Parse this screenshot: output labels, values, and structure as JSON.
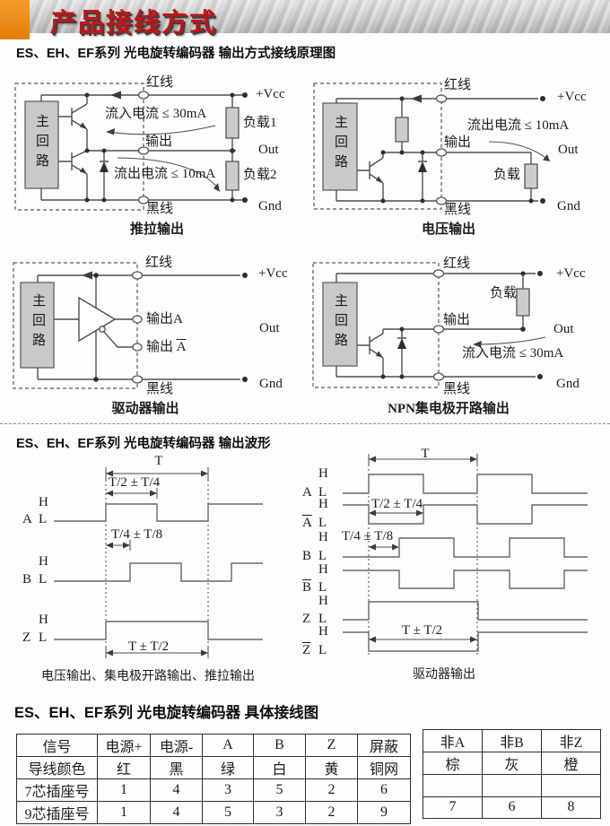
{
  "banner": {
    "title": "产品接线方式"
  },
  "sections": {
    "principle": "ES、EH、EF系列 光电旋转编码器 输出方式接线原理图",
    "waveform": "ES、EH、EF系列 光电旋转编码器 输出波形",
    "wiring": "ES、EH、EF系列 光电旋转编码器 具体接线图"
  },
  "diagrams": {
    "push_pull": {
      "main": "主回路",
      "red_wire": "红线",
      "vcc": "+Vcc",
      "current_in": "流入电流 ≤ 30mA",
      "load1": "负载1",
      "output": "输出",
      "out": "Out",
      "current_out": "流出电流 ≤ 10mA",
      "load2": "负载2",
      "black_wire": "黑线",
      "gnd": "Gnd",
      "caption": "推拉输出"
    },
    "voltage": {
      "main": "主回路",
      "red_wire": "红线",
      "vcc": "+Vcc",
      "current_out": "流出电流 ≤ 10mA",
      "output": "输出",
      "out": "Out",
      "load": "负载",
      "black_wire": "黑线",
      "gnd": "Gnd",
      "caption": "电压输出"
    },
    "driver": {
      "main": "主回路",
      "red_wire": "红线",
      "vcc": "+Vcc",
      "output_a": "输出A",
      "output_b_prefix": "输出 ",
      "bar_letter": "A",
      "out": "Out",
      "black_wire": "黑线",
      "gnd": "Gnd",
      "caption": "驱动器输出"
    },
    "npn": {
      "main": "主回路",
      "red_wire": "红线",
      "vcc": "+Vcc",
      "load": "负载",
      "output": "输出",
      "out": "Out",
      "current_in": "流入电流 ≤ 30mA",
      "black_wire": "黑线",
      "gnd": "Gnd",
      "caption": "NPN集电极开路输出"
    }
  },
  "waveforms": {
    "single": {
      "t": "T",
      "t_half": "T/2 ± T/4",
      "t_quarter": "T/4 ± T/8",
      "t_index": "T ± T/2",
      "h": "H",
      "l": "L",
      "ch_a": "A",
      "ch_b": "B",
      "ch_z": "Z",
      "caption": "电压输出、集电极开路输出、推拉输出"
    },
    "diff": {
      "t": "T",
      "t_half": "T/2 ± T/4",
      "t_quarter": "T/4 ± T/8",
      "t_index": "T ± T/2",
      "h": "H",
      "l": "L",
      "ch_a": "A",
      "ch_b": "B",
      "ch_z": "Z",
      "caption": "驱动器输出"
    }
  },
  "tables": {
    "left": {
      "rows": [
        [
          "信号",
          "电源+",
          "电源-",
          "A",
          "B",
          "Z",
          "屏蔽"
        ],
        [
          "导线颜色",
          "红",
          "黑",
          "绿",
          "白",
          "黄",
          "铜网"
        ],
        [
          "7芯插座号",
          "1",
          "4",
          "3",
          "5",
          "2",
          "6"
        ],
        [
          "9芯插座号",
          "1",
          "4",
          "5",
          "3",
          "2",
          "9"
        ]
      ]
    },
    "right": {
      "rows": [
        [
          "非A",
          "非B",
          "非Z"
        ],
        [
          "棕",
          "灰",
          "橙"
        ],
        [
          "",
          "",
          ""
        ],
        [
          "7",
          "6",
          "8"
        ]
      ]
    }
  },
  "colors": {
    "accent_orange": "#e8860f",
    "title_red": "#c01616",
    "line": "#4f4f4f"
  }
}
